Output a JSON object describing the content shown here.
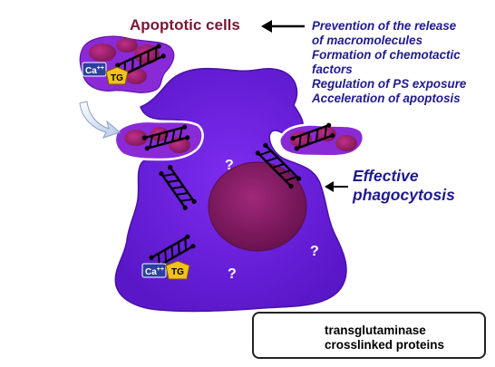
{
  "title": "Apoptotic cells",
  "effects": [
    "Prevention of the release",
    "of macromolecules",
    "Formation of chemotactic",
    "factors",
    "Regulation of PS exposure",
    "Acceleration of apoptosis"
  ],
  "phagocytosis": [
    "Effective",
    "phagocytosis"
  ],
  "legend": [
    "transglutaminase",
    "crosslinked proteins"
  ],
  "calcium_label": "Ca",
  "calcium_superscript": "++",
  "enzyme_label": "TG",
  "unknown_mark": "?",
  "colors": {
    "cell": "#6b1fe0",
    "nucleus": "#8c1f6a",
    "apoptotic_cell": "#8a2ad6",
    "apoptotic_blob": "#a0246a",
    "title": "#7a1733",
    "text_blue": "#1f1a8f",
    "enzyme": "#f2c21b",
    "calcium_bg": "#2c3fa0"
  },
  "icons": [
    "left-arrow-icon",
    "curved-arrow-icon",
    "crosslink-icon",
    "tg-pentagon-icon"
  ]
}
